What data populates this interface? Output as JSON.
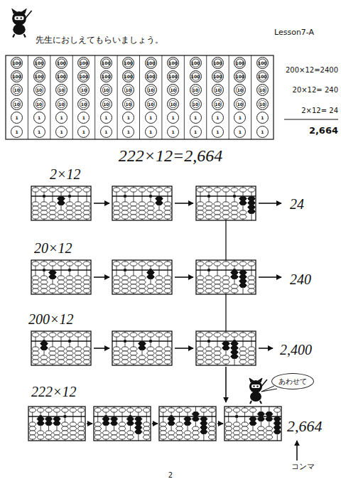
{
  "diagram": {
    "title": "222×12=2,664",
    "nodes": [
      {
        "text": [
          "100"
        ]
      },
      {
        "text": [
          "100"
        ]
      },
      {
        "text": [
          "100"
        ]
      },
      {
        "text": [
          "100"
        ]
      },
      {
        "text": [
          "100"
        ]
      },
      {
        "text": [
          "100"
        ]
      },
      {
        "text": [
          "100"
        ]
      },
      {
        "text": [
          "100"
        ]
      },
      {
        "text": [
          "100"
        ]
      },
      {
        "text": [
          "100"
        ]
      },
      {
        "text": [
          "100"
        ]
      },
      {
        "text": [
          "100"
        ]
      },
      {
        "text": [
          "100"
        ]
      },
      {
        "text": [
          "100"
        ]
      },
      {
        "text": [
          "100"
        ]
      },
      {
        "text": [
          "100"
        ]
      },
      {
        "text": [
          "100"
        ]
      },
      {
        "text": [
          "100"
        ]
      },
      {
        "text": [
          "100"
        ]
      },
      {
        "text": [
          "100"
        ]
      },
      {
        "text": [
          "100"
        ]
      },
      {
        "text": [
          "100"
        ]
      },
      {
        "text": [
          "100"
        ]
      },
      {
        "text": [
          "100"
        ]
      },
      {
        "text": [
          "10"
        ]
      },
      {
        "text": [
          "10"
        ]
      },
      {
        "text": [
          "10"
        ]
      },
      {
        "text": [
          "10"
        ]
      },
      {
        "text": [
          "10"
        ]
      },
      {
        "text": [
          "10"
        ]
      },
      {
        "text": [
          "10"
        ]
      },
      {
        "text": [
          "10"
        ]
      },
      {
        "text": [
          "10"
        ]
      },
      {
        "text": [
          "10"
        ]
      },
      {
        "text": [
          "10"
        ]
      },
      {
        "text": [
          "10"
        ]
      },
      {
        "text": [
          "10"
        ]
      },
      {
        "text": [
          "10"
        ]
      },
      {
        "text": [
          "10"
        ]
      },
      {
        "text": [
          "10"
        ]
      },
      {
        "text": [
          "10"
        ]
      },
      {
        "text": [
          "10"
        ]
      },
      {
        "text": [
          "10"
        ]
      },
      {
        "text": [
          "10"
        ]
      },
      {
        "text": [
          "10"
        ]
      },
      {
        "text": [
          "10"
        ]
      },
      {
        "text": [
          "10"
        ]
      },
      {
        "text": [
          "10"
        ]
      },
      {
        "text": [
          "1"
        ]
      },
      {
        "text": [
          "1"
        ]
      },
      {
        "text": [
          "1"
        ]
      },
      {
        "text": [
          "1"
        ]
      },
      {
        "text": [
          "1"
        ]
      },
      {
        "text": [
          "1"
        ]
      },
      {
        "text": [
          "1"
        ]
      },
      {
        "text": [
          "1"
        ]
      },
      {
        "text": [
          "1"
        ]
      },
      {
        "text": [
          "1"
        ]
      },
      {
        "text": [
          "1"
        ]
      },
      {
        "text": [
          "1"
        ]
      },
      {
        "text": [
          "1"
        ]
      },
      {
        "text": [
          "1"
        ]
      },
      {
        "text": [
          "1"
        ]
      },
      {
        "text": [
          "1"
        ]
      },
      {
        "text": [
          "1"
        ]
      },
      {
        "text": [
          "1"
        ]
      },
      {
        "text": [
          "1"
        ]
      },
      {
        "text": [
          "1"
        ]
      },
      {
        "text": [
          "1"
        ]
      },
      {
        "text": [
          "1"
        ]
      },
      {
        "text": [
          "1"
        ]
      },
      {
        "text": [
          "1"
        ]
      },
      {
        "text": [
          "あわせて"
        ]
      }
    ],
    "labels": [
      "Lesson7-A",
      "先生におしえてもらいましょう。",
      "200×12=2400",
      "20×12= 240",
      "2×12= 24",
      "2,664",
      "2×12",
      "24",
      "20×12",
      "240",
      "200×12",
      "2,400",
      "222×12",
      "2,664",
      "コンマ",
      "2"
    ]
  }
}
